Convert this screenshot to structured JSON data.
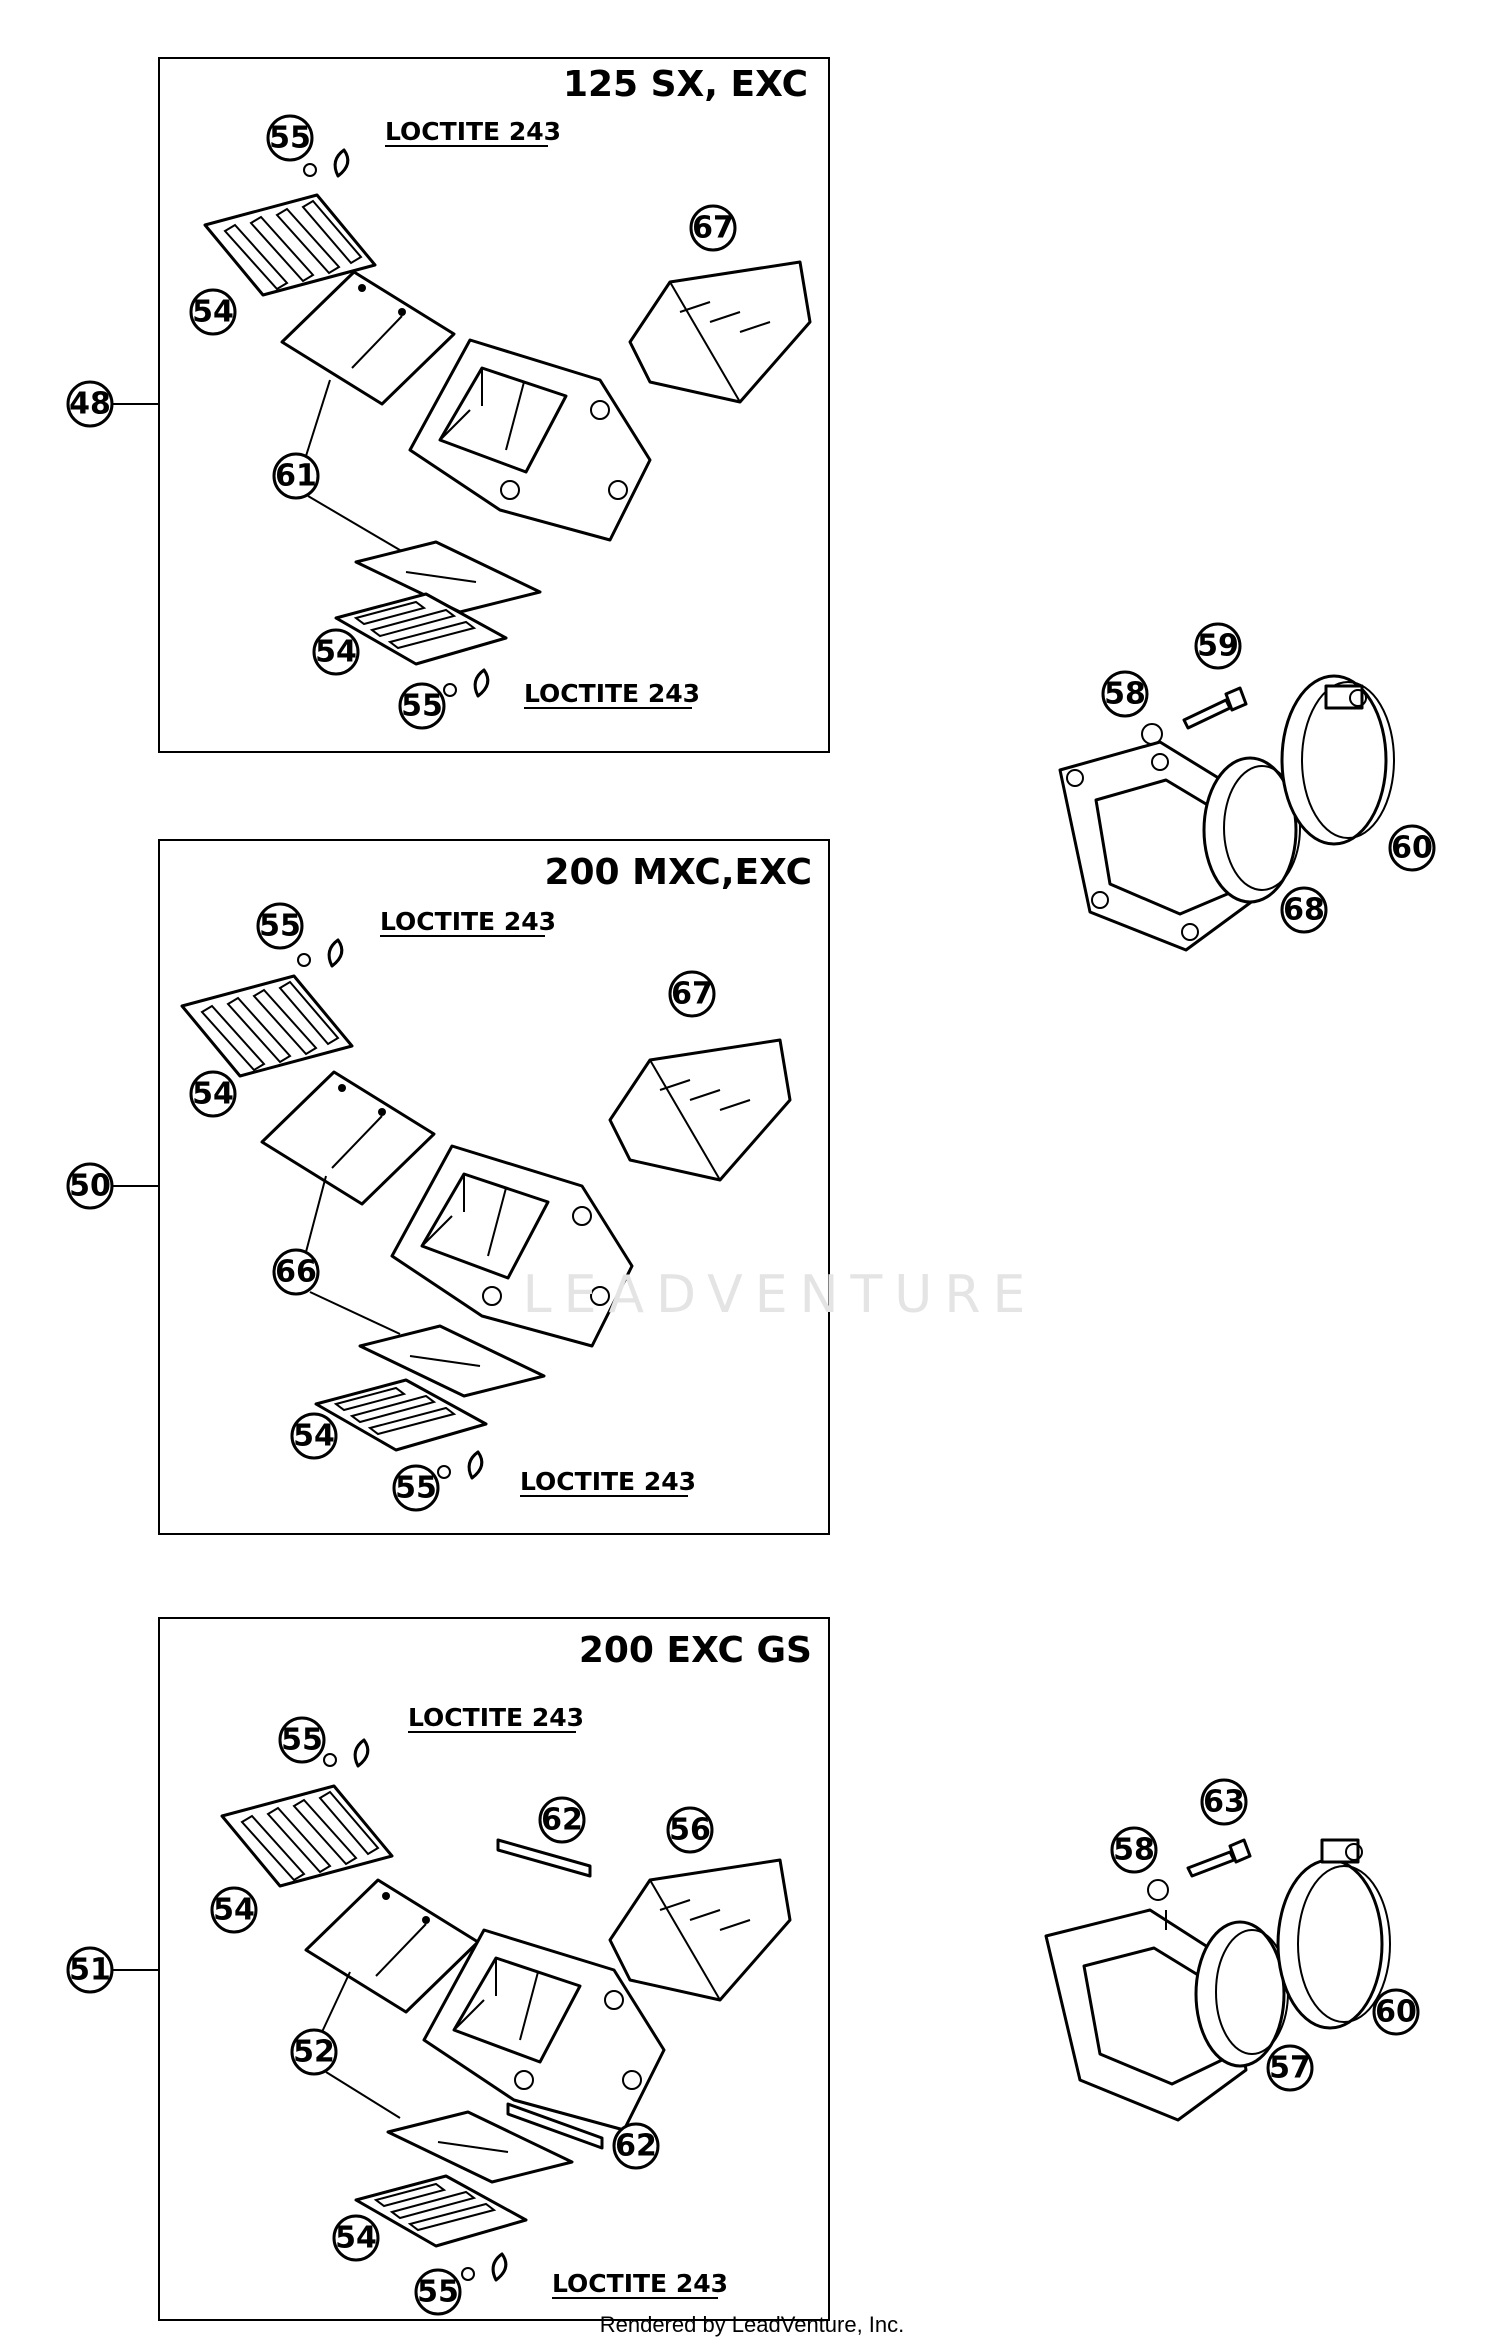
{
  "panels": [
    {
      "title": "125 SX, EXC",
      "assembly": "48",
      "labels": {
        "screw_top": "55",
        "loctite_top": "LOCTITE 243",
        "guard": "67",
        "stopper_top": "54",
        "reed": "61",
        "stopper_bottom": "54",
        "screw_bottom": "55",
        "loctite_bottom": "LOCTITE 243"
      }
    },
    {
      "title": "200 MXC,EXC",
      "assembly": "50",
      "labels": {
        "screw_top": "55",
        "loctite_top": "LOCTITE 243",
        "guard": "67",
        "stopper_top": "54",
        "reed": "66",
        "stopper_bottom": "54",
        "screw_bottom": "55",
        "loctite_bottom": "LOCTITE 243"
      }
    },
    {
      "title": "200 EXC GS",
      "assembly": "51",
      "labels": {
        "screw_top": "55",
        "loctite_top": "LOCTITE 243",
        "shim_top": "62",
        "guard": "56",
        "stopper_top": "54",
        "reed": "52",
        "shim_bottom": "62",
        "stopper_bottom": "54",
        "screw_bottom": "55",
        "loctite_bottom": "LOCTITE 243"
      }
    }
  ],
  "intake_top": {
    "bolt": "59",
    "washer": "58",
    "clamp": "60",
    "flange": "68"
  },
  "intake_bottom": {
    "bolt": "63",
    "washer": "58",
    "clamp": "60",
    "flange": "57"
  },
  "watermark": "LEADVENTURE",
  "footer": "Rendered by LeadVenture, Inc."
}
